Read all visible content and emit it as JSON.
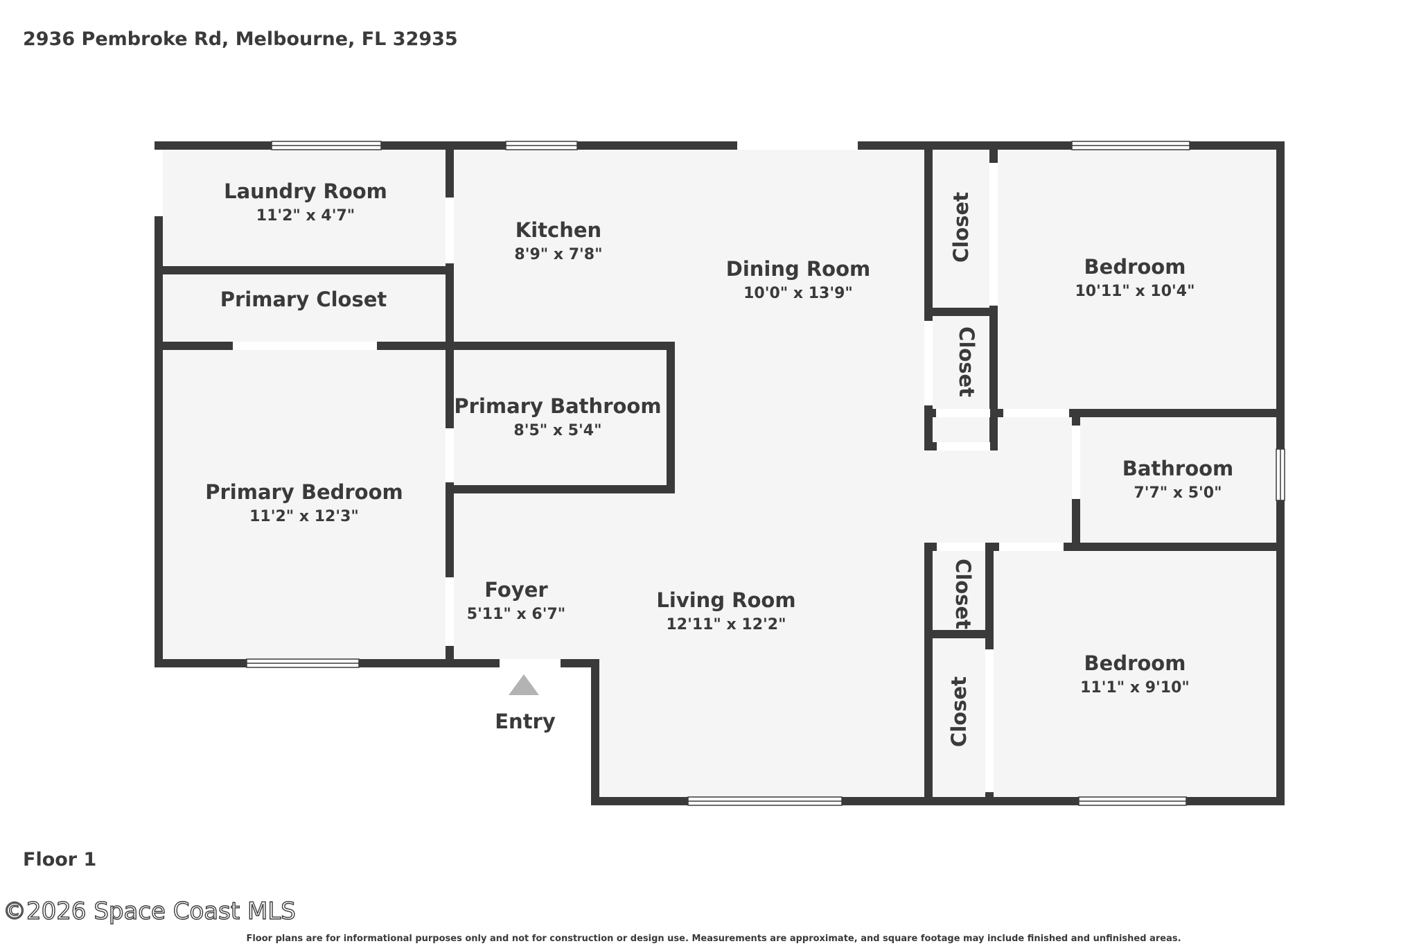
{
  "header": {
    "address": "2936 Pembroke Rd, Melbourne, FL 32935"
  },
  "rooms": [
    {
      "name": "Laundry Room",
      "dims": "11'2\" x 4'7\""
    },
    {
      "name": "Kitchen",
      "dims": "8'9\" x 7'8\""
    },
    {
      "name": "Dining Room",
      "dims": "10'0\" x 13'9\""
    },
    {
      "name": "Bedroom",
      "dims": "10'11\" x 10'4\""
    },
    {
      "name": "Primary Closet",
      "dims": ""
    },
    {
      "name": "Primary Bathroom",
      "dims": "8'5\" x 5'4\""
    },
    {
      "name": "Primary Bedroom",
      "dims": "11'2\" x 12'3\""
    },
    {
      "name": "Bathroom",
      "dims": "7'7\" x 5'0\""
    },
    {
      "name": "Foyer",
      "dims": "5'11\" x 6'7\""
    },
    {
      "name": "Living Room",
      "dims": "12'11\" x 12'2\""
    },
    {
      "name": "Bedroom",
      "dims": "11'1\" x 9'10\""
    }
  ],
  "closets": [
    "Closet",
    "Closet",
    "Closet",
    "Closet"
  ],
  "entry": {
    "label": "Entry"
  },
  "footer": {
    "floor": "Floor 1",
    "copyright": "©2026 Space Coast MLS",
    "disclaimer": "Floor plans are for informational purposes only and not for construction or design use. Measurements are approximate, and square footage may include finished and unfinished areas."
  },
  "colors": {
    "wall": "#3a3a3a",
    "floor": "#f5f5f5",
    "window": "#ffffff",
    "entry_marker": "#b3b3b3"
  }
}
